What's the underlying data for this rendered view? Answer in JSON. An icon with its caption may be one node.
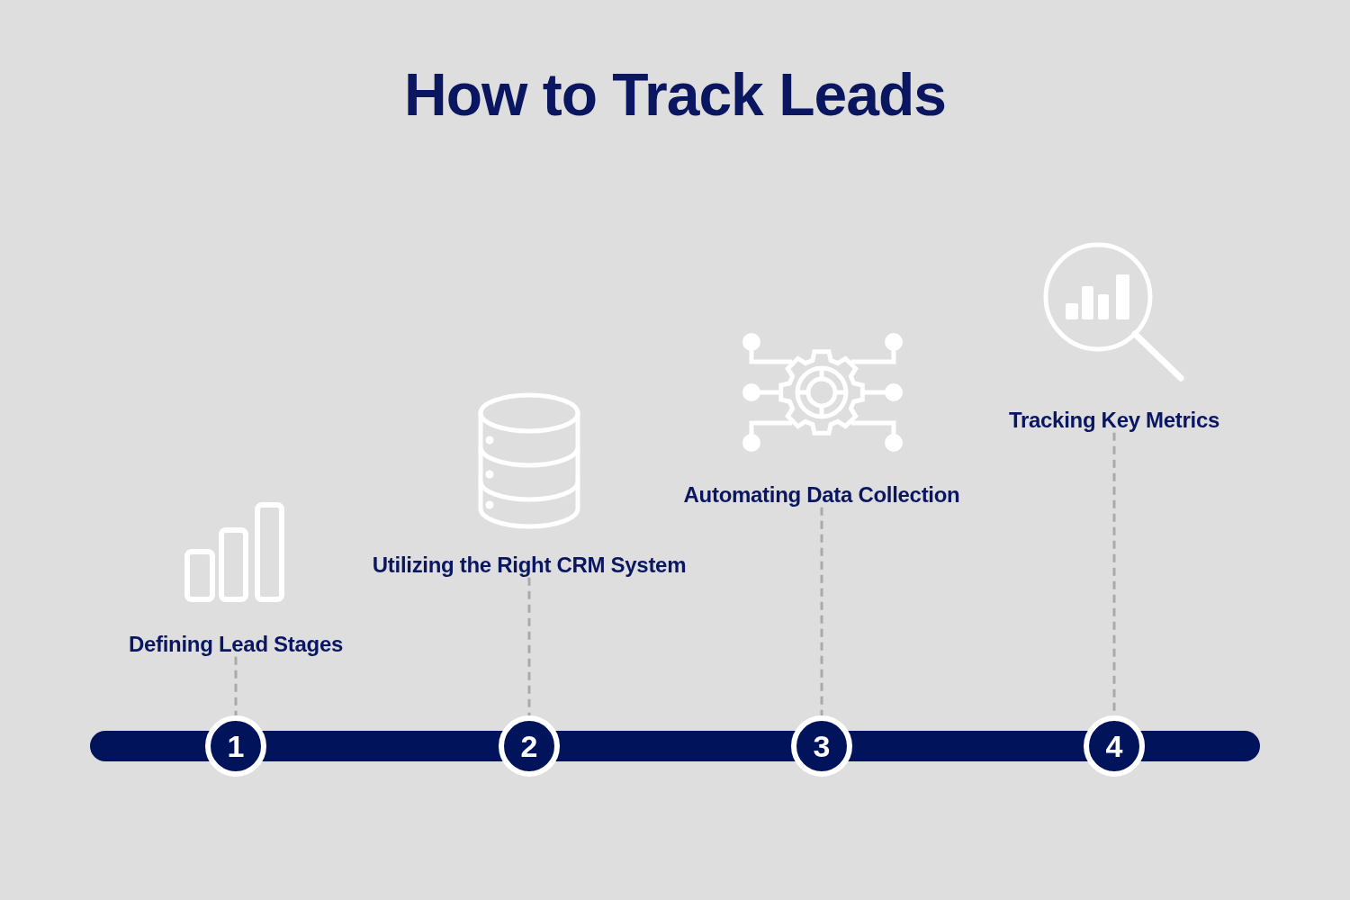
{
  "diagram": {
    "title": "How to Track Leads",
    "nodes": [
      {
        "text": [
          "Defining Lead Stages"
        ]
      },
      {
        "text": [
          "1"
        ]
      },
      {
        "text": [
          "Utilizing the Right CRM System"
        ]
      },
      {
        "text": [
          "2"
        ]
      },
      {
        "text": [
          "Automating Data Collection"
        ]
      },
      {
        "text": [
          "3"
        ]
      },
      {
        "text": [
          "Tracking Key Metrics"
        ]
      },
      {
        "text": [
          "4"
        ]
      },
      {
        "text": [],
        "shape": "bar"
      }
    ],
    "edges": [
      {
        "from": 0,
        "to": 1,
        "arrow": "none",
        "style": "dashed"
      },
      {
        "from": 2,
        "to": 3,
        "arrow": "none",
        "style": "dashed"
      },
      {
        "from": 4,
        "to": 5,
        "arrow": "none",
        "style": "dashed"
      },
      {
        "from": 6,
        "to": 7,
        "arrow": "none",
        "style": "dashed"
      }
    ]
  }
}
